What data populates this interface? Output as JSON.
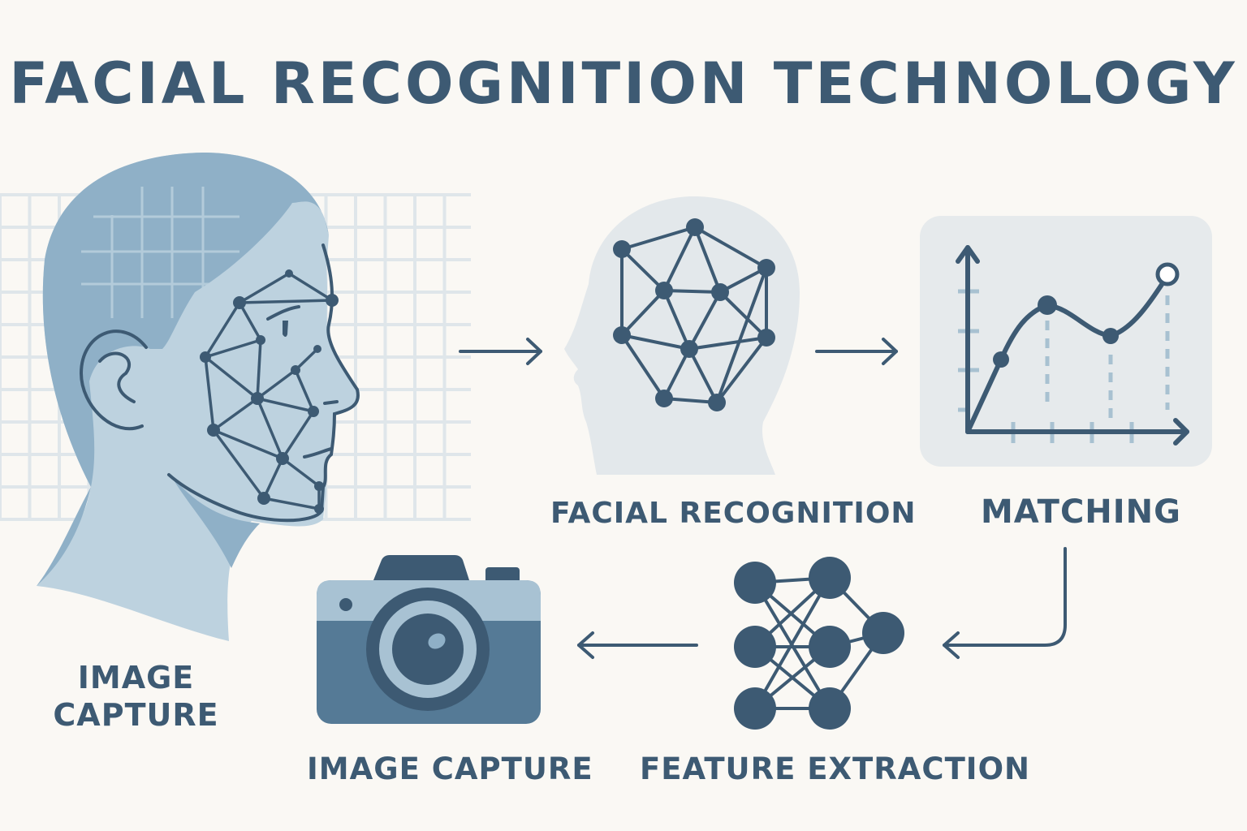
{
  "title": "FACIAL RECOGNITION TECHNOLOGY",
  "colors": {
    "dark": "#3d5a73",
    "mid": "#8fb0c7",
    "light": "#bdd2df",
    "panel": "#e6eaec",
    "background": "#faf8f4"
  },
  "stages": {
    "image_capture_left": {
      "line1": "IMAGE",
      "line2": "CAPTURE",
      "icon": "head-profile-mesh-icon"
    },
    "facial_recognition": {
      "label": "FACIAL RECOGNITION",
      "icon": "head-mesh-icon"
    },
    "matching": {
      "label": "MATCHING",
      "icon": "line-graph-icon"
    },
    "feature_extraction": {
      "label": "FEATURE EXTRACTION",
      "icon": "neural-network-icon"
    },
    "image_capture": {
      "label": "IMAGE CAPTURE",
      "icon": "camera-icon"
    }
  }
}
